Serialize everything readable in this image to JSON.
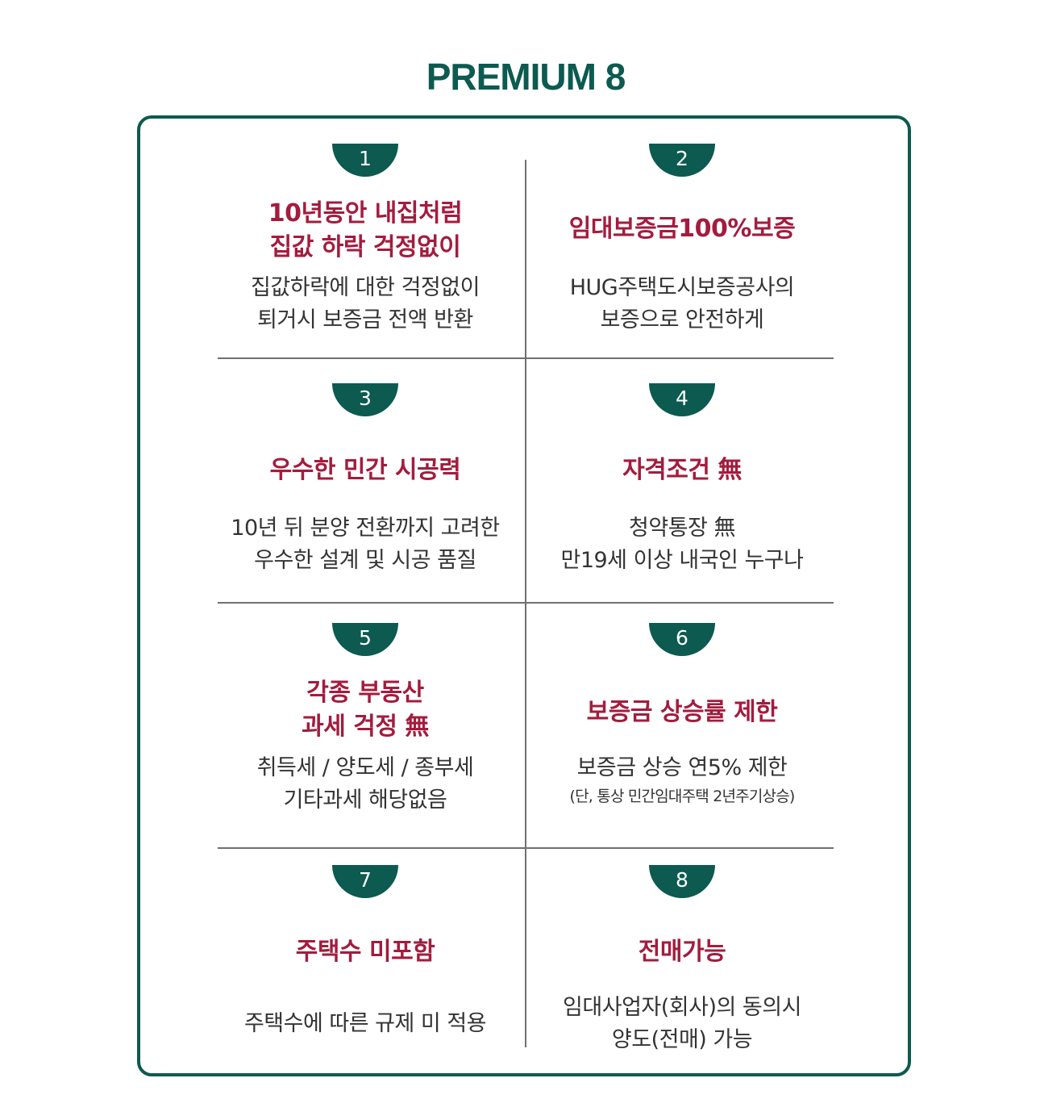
{
  "title": "PREMIUM 8",
  "colors": {
    "accent": "#0c5a50",
    "heading": "#a31c3e",
    "text": "#333333",
    "divider": "#707070"
  },
  "items": [
    {
      "number": "1",
      "heading": [
        "10년동안 내집처럼",
        "집값 하락 걱정없이"
      ],
      "desc": [
        "집값하락에 대한 걱정없이",
        "퇴거시 보증금 전액 반환"
      ]
    },
    {
      "number": "2",
      "heading": [
        "임대보증금100%보증"
      ],
      "desc": [
        "HUG주택도시보증공사의",
        "보증으로 안전하게"
      ]
    },
    {
      "number": "3",
      "heading": [
        "우수한 민간 시공력"
      ],
      "desc": [
        "10년 뒤 분양 전환까지 고려한",
        "우수한 설계  및 시공 품질"
      ]
    },
    {
      "number": "4",
      "heading": [
        "자격조건 無"
      ],
      "desc": [
        "청약통장 無",
        "만19세 이상 내국인 누구나"
      ]
    },
    {
      "number": "5",
      "heading": [
        "각종 부동산",
        "과세 걱정 無"
      ],
      "desc": [
        "취득세 / 양도세 / 종부세",
        "기타과세 해당없음"
      ]
    },
    {
      "number": "6",
      "heading": [
        "보증금 상승률 제한"
      ],
      "desc": [
        "보증금 상승 연5% 제한"
      ],
      "note": "(단, 통상 민간임대주택 2년주기상승)"
    },
    {
      "number": "7",
      "heading": [
        "주택수 미포함"
      ],
      "desc": [
        "주택수에 따른 규제 미 적용"
      ]
    },
    {
      "number": "8",
      "heading": [
        "전매가능"
      ],
      "desc": [
        "임대사업자(회사)의 동의시",
        "양도(전매) 가능"
      ]
    }
  ]
}
